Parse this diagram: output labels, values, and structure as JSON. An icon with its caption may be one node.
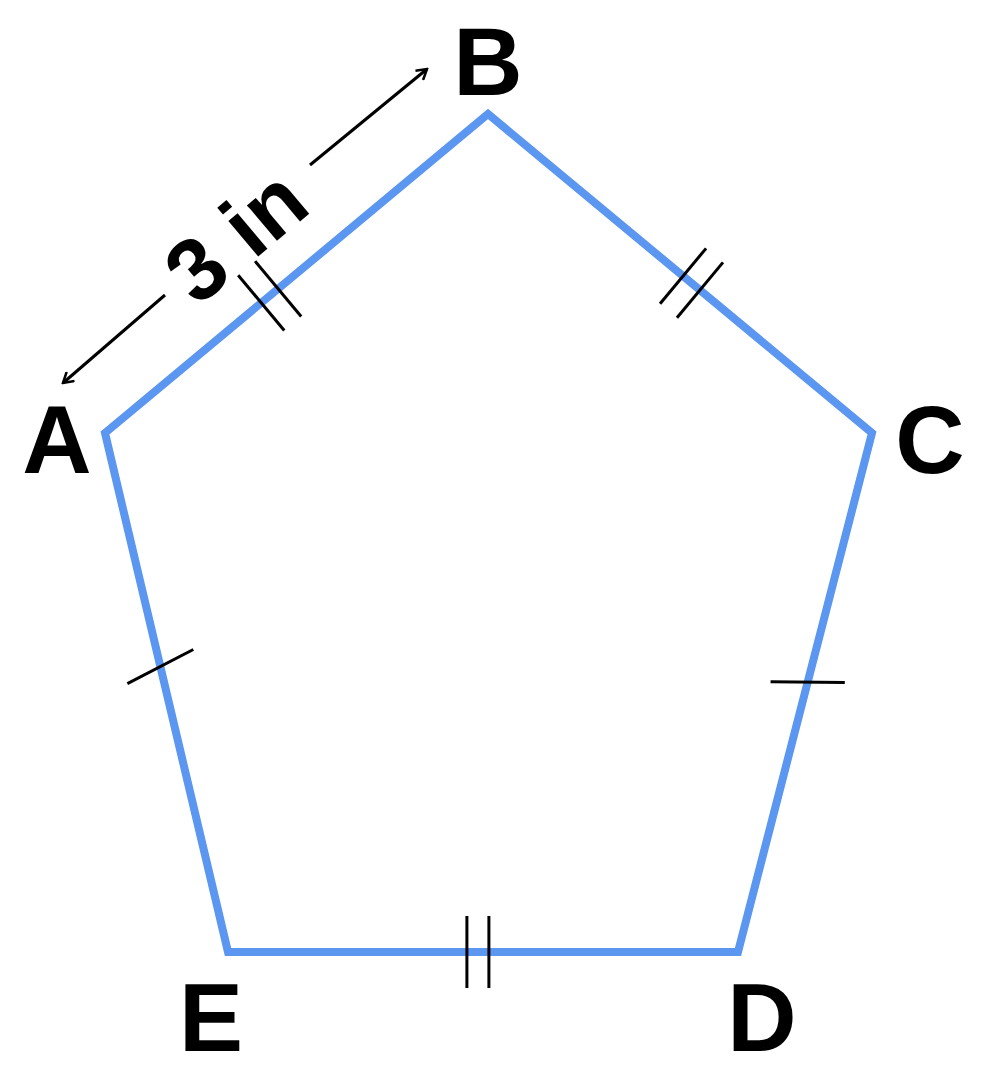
{
  "diagram": {
    "labels": [
      "B",
      "3 in",
      "A",
      "C",
      "E",
      "D"
    ]
  }
}
